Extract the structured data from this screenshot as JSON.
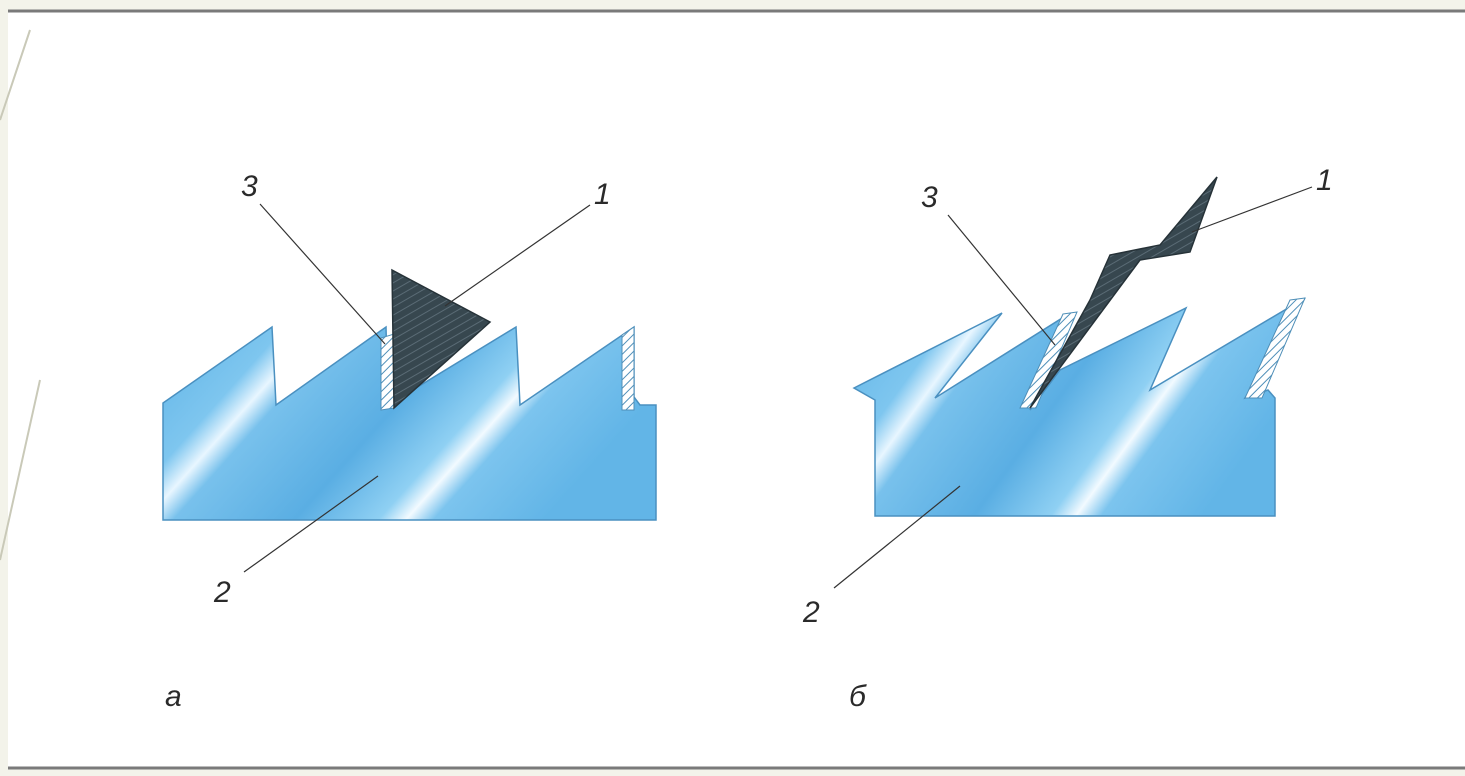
{
  "colors": {
    "page_background": "#f3f3ea",
    "panel_background": "#ffffff",
    "rule_line": "#7a7a7a",
    "workpiece_blue": "#64b8e8",
    "workpiece_light": "#9bd3f2",
    "grain_dark": "#37474f",
    "wear_hatch": "#4f8fb8",
    "leader_line": "#333333"
  },
  "diagram_a": {
    "caption": "а",
    "labels": {
      "grain": "1",
      "tool": "2",
      "wear": "3"
    }
  },
  "diagram_b": {
    "caption": "б",
    "labels": {
      "grain": "1",
      "tool": "2",
      "wear": "3"
    }
  }
}
